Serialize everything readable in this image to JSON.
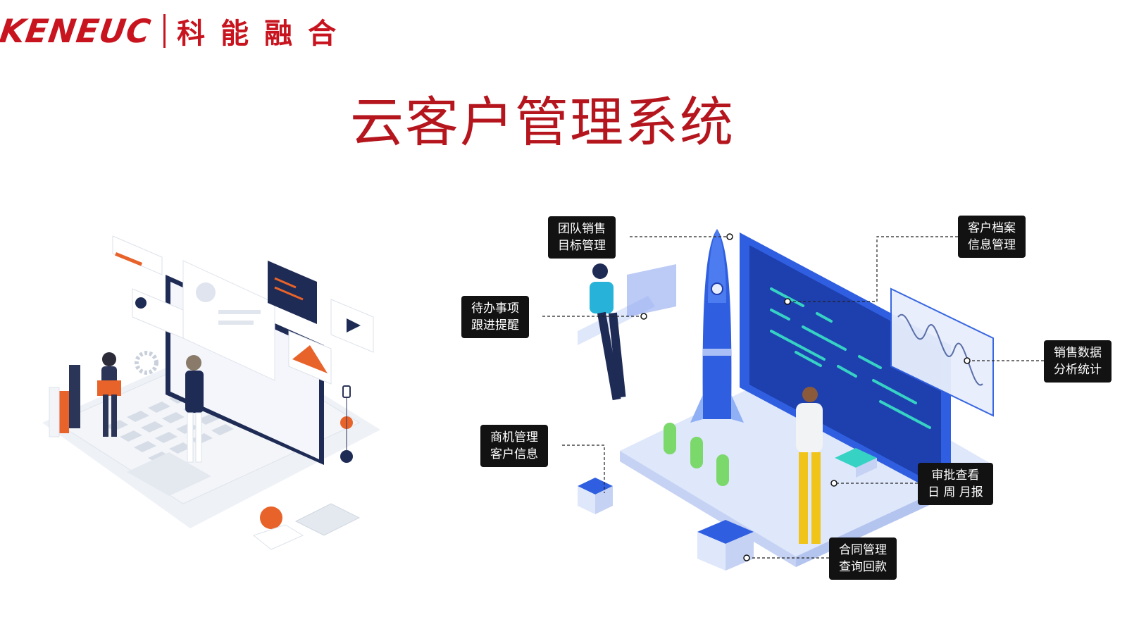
{
  "brand": {
    "logo_en": "KENEUC",
    "logo_cn": "科能融合",
    "color": "#c8141f"
  },
  "title": "云客户管理系统",
  "callouts": [
    {
      "line1": "团队销售",
      "line2": "目标管理"
    },
    {
      "line1": "客户档案",
      "line2": "信息管理"
    },
    {
      "line1": "待办事项",
      "line2": "跟进提醒"
    },
    {
      "line1": "销售数据",
      "line2": "分析统计"
    },
    {
      "line1": "商机管理",
      "line2": "客户信息"
    },
    {
      "line1": "审批查看",
      "line2": "日 周 月报"
    },
    {
      "line1": "合同管理",
      "line2": "查询回款"
    }
  ],
  "colors": {
    "title": "#b5161e",
    "callout_bg": "#121212",
    "illustration_blue": "#2f5fe0",
    "illustration_orange": "#e8632a"
  }
}
